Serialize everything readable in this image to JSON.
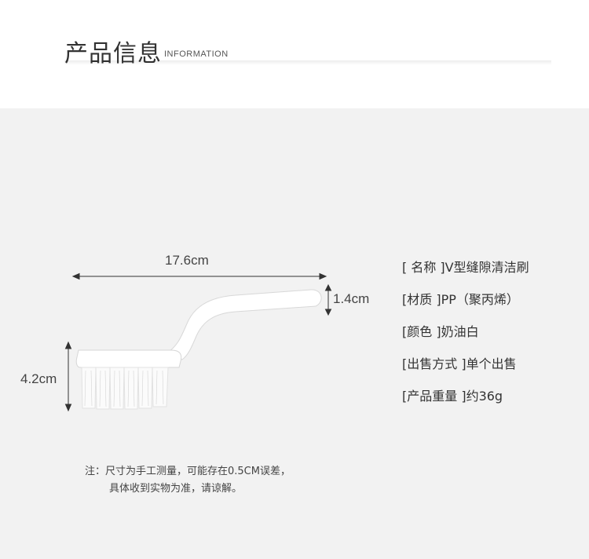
{
  "header": {
    "title": "产品信息",
    "subtitle": "INFORMATION"
  },
  "dimensions": {
    "length": "17.6cm",
    "thickness": "1.4cm",
    "height": "4.2cm"
  },
  "specs": [
    "[ 名称 ]V型缝隙清洁刷",
    "[材质 ]PP（聚丙烯）",
    "[颜色 ]奶油白",
    "[出售方式 ]单个出售",
    "[产品重量 ]约36g"
  ],
  "note": {
    "line1": "注：尺寸为手工测量，可能存在0.5CM误差，",
    "line2": "具体收到实物为准，请谅解。"
  },
  "colors": {
    "panel_bg": "#f2f2f2",
    "brush_white": "#ffffff"
  }
}
